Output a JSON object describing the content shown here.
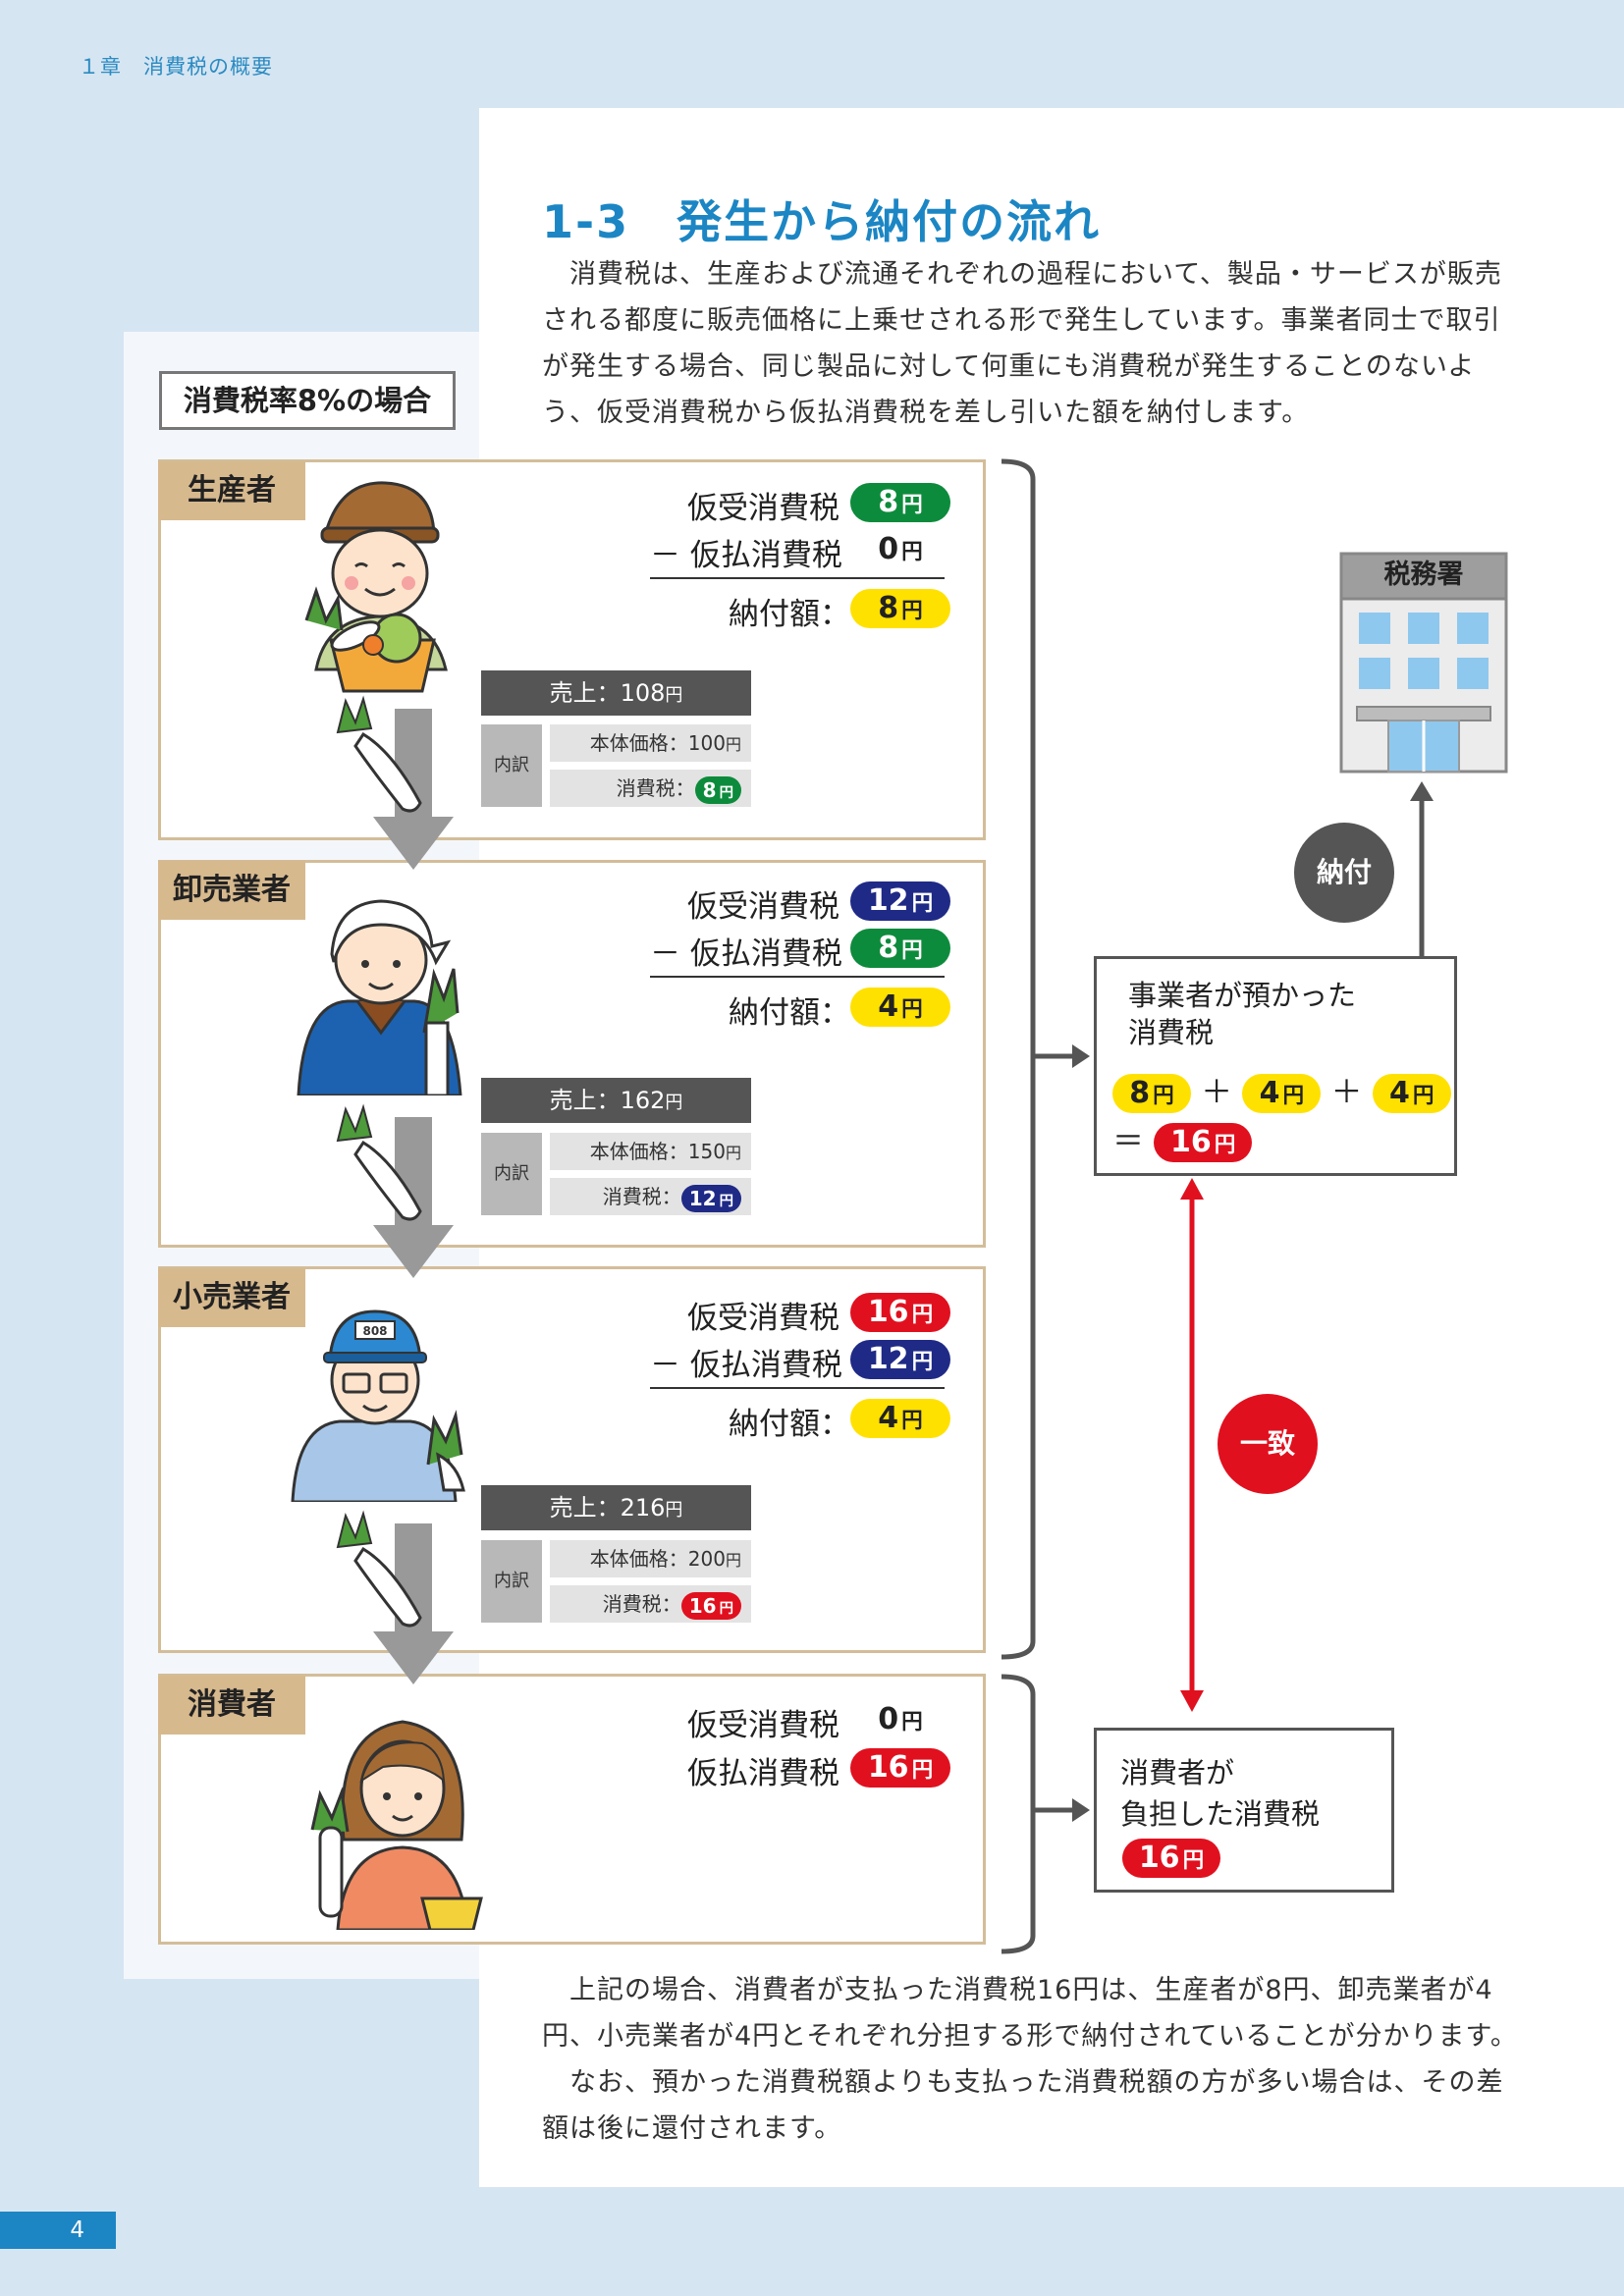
{
  "header": {
    "chapter": "１章　消費税の概要"
  },
  "section": {
    "title": "1-3　発生から納付の流れ",
    "intro": "　消費税は、生産および流通それぞれの過程において、製品・サービスが販売される都度に販売価格に上乗せされる形で発生しています。事業者同士で取引が発生する場合、同じ製品に対して何重にも消費税が発生することのないよう、仮受消費税から仮払消費税を差し引いた額を納付します。"
  },
  "diagram": {
    "case_label": "消費税率8%の場合",
    "yen": "円",
    "labels": {
      "received": "仮受消費税",
      "paid_minus": "－ 仮払消費税",
      "paid": "仮払消費税",
      "payment": "納付額：",
      "breakdown": "内訳",
      "tax": "消費税："
    },
    "stages": [
      {
        "name": "生産者",
        "received": "8",
        "paid": "0",
        "payment": "8",
        "sales": "売上：108",
        "base": "本体価格：100",
        "tax": "8"
      },
      {
        "name": "卸売業者",
        "received": "12",
        "paid": "8",
        "payment": "4",
        "sales": "売上：162",
        "base": "本体価格：150",
        "tax": "12"
      },
      {
        "name": "小売業者",
        "received": "16",
        "paid": "12",
        "payment": "4",
        "sales": "売上：216",
        "base": "本体価格：200",
        "tax": "16"
      },
      {
        "name": "消費者",
        "received": "0",
        "paid": "16"
      }
    ],
    "retailer_cap": "808",
    "tax_office": "税務署",
    "pay_badge": "納付",
    "match_badge": "一致",
    "business_box": {
      "line1": "事業者が預かった",
      "line2": "消費税",
      "a": "8",
      "b": "4",
      "c": "4",
      "plus": "＋",
      "equals": "＝",
      "total": "16"
    },
    "consumer_box": {
      "line1": "消費者が",
      "line2": "負担した消費税",
      "total": "16"
    }
  },
  "outro": "　上記の場合、消費者が支払った消費税16円は、生産者が8円、卸売業者が4円、小売業者が4円とそれぞれ分担する形で納付されていることが分かります。\n　なお、預かった消費税額よりも支払った消費税額の方が多い場合は、その差額は後に還付されます。",
  "footer": {
    "page": "4"
  },
  "colors": {
    "accent": "#1c86c4",
    "green": "#0d8b3c",
    "navy": "#1f2a86",
    "red": "#e1101f",
    "yellow": "#ffe100",
    "stage_border": "#d3bd99"
  }
}
